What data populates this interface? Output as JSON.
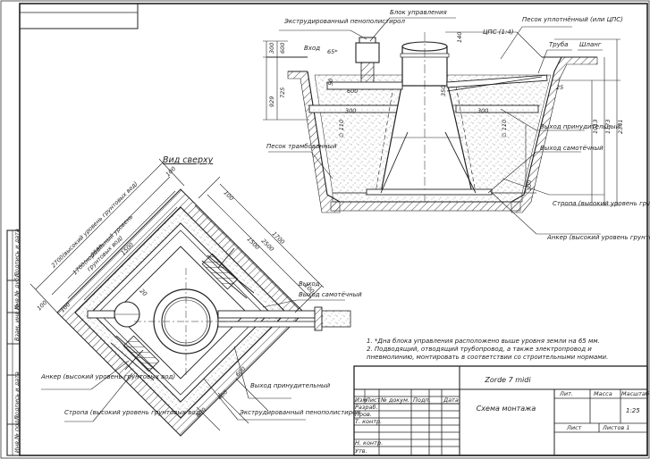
{
  "side_view": {
    "labels": {
      "xps": "Экструдированный пенополистирол",
      "control_block": "Блок управления",
      "sand_compacted": "Песок уплотнённый (или ЦПС)",
      "cps": "ЦПС (1:4)",
      "inlet": "Вход",
      "pipe": "Труба",
      "hose": "Шланг",
      "sand_tamped": "Песок трамбованный",
      "forced_outlet": "Выход принудительный",
      "gravity_outlet": "Выход самотёчный",
      "sling": "Стропа (высокий уровень грунтовых вод)",
      "anchor": "Анкер (высокий уровень грунтовых вод)"
    },
    "dims": {
      "d300a": "300",
      "d600a": "600",
      "d929": "929",
      "d725": "725",
      "d50": "50",
      "d600b": "600",
      "d350": "350",
      "d140": "140",
      "d300b": "300",
      "d300c": "300",
      "d110a": "∅ 110",
      "d110b": "∅ 110",
      "d100": "100",
      "d1013": "1013",
      "d1173": "1173",
      "d2341": "2341",
      "d65": "65*",
      "d25": "25"
    }
  },
  "top_view": {
    "title": "Вид сверху",
    "dims": {
      "a2700": "2700(высокий уровень грунтовых вод)",
      "b1700": "1700(нормальный уровень",
      "b1700b": "грунтовых вод)",
      "c2500": "2500",
      "d1500": "1500",
      "e100a": "100",
      "e100b": "100",
      "e100c": "100",
      "f1700": "1700",
      "f1500": "1500",
      "f2500": "2500",
      "f100": "100",
      "g100": "100",
      "g600a": "600",
      "g600b": "600",
      "g400": "400",
      "g20": "20"
    },
    "labels": {
      "gravity_outlet": "Выход самотёчный",
      "forced_outlet": "Выход принудительный",
      "xps": "Экструдированный пенополистирол",
      "anchor": "Анкер (высокий уровень грунтовых вод)",
      "sling": "Стропа (высокий уровень грунтовых вод)"
    }
  },
  "notes": [
    "1.   *Дна блока управления расположено выше уровня земли на 65 мм.",
    "2.   Подводящий, отводящий трубопровод, а также электропровод и",
    "пневмолинию, монтировать в соответствии со строительными нормами."
  ],
  "side_stamp": [
    "Подпись и дата",
    "Инв.№ дубл.",
    "Взам. инв.№",
    "Подпись и дата",
    "Инв.№ подл."
  ],
  "title_block": {
    "product": "Zorde 7 midi",
    "drawing_name": "Схема монтажа",
    "col_izm": "Изм",
    "col_list": "Лист",
    "col_doc": "№ докум.",
    "col_sign": "Подп.",
    "col_date": "Дата",
    "row_razrab": "Разраб.",
    "row_prov": "Пров.",
    "row_tkontr": "Т. контр.",
    "row_nkontr": "Н. контр.",
    "row_utv": "Утв.",
    "lit": "Лит.",
    "massa": "Масса",
    "masshtab": "Масштаб",
    "scale": "1:25",
    "sheet": "Лист",
    "sheets": "Листов 1"
  }
}
